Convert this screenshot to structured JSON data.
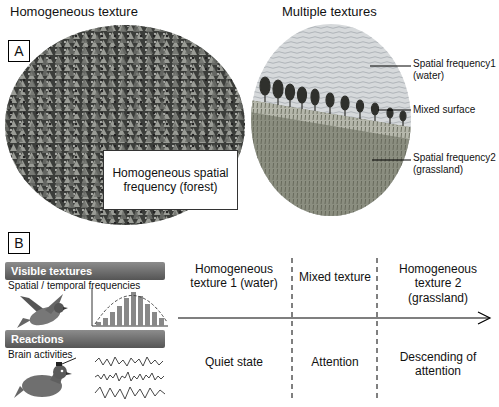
{
  "diagram": {
    "nodes": [
      {
        "text": [
          "A"
        ]
      },
      {
        "text": [
          "Homogeneous spatial frequency (forest)"
        ]
      },
      {
        "text": [
          "B"
        ]
      },
      {
        "text": [
          "Visible textures"
        ]
      },
      {
        "text": [
          "Reactions"
        ]
      }
    ],
    "labels": [
      "Homogeneous texture",
      "Multiple textures",
      "Spatial frequency1 (water)",
      "Mixed surface",
      "Spatial frequency2 (grassland)",
      "Spatial / temporal frequencies",
      "Brain activities",
      "Homogeneous texture 1 (water)",
      "Mixed texture",
      "Homogeneous texture 2 (grassland)",
      "Quiet state",
      "Attention",
      "Descending of attention"
    ]
  }
}
